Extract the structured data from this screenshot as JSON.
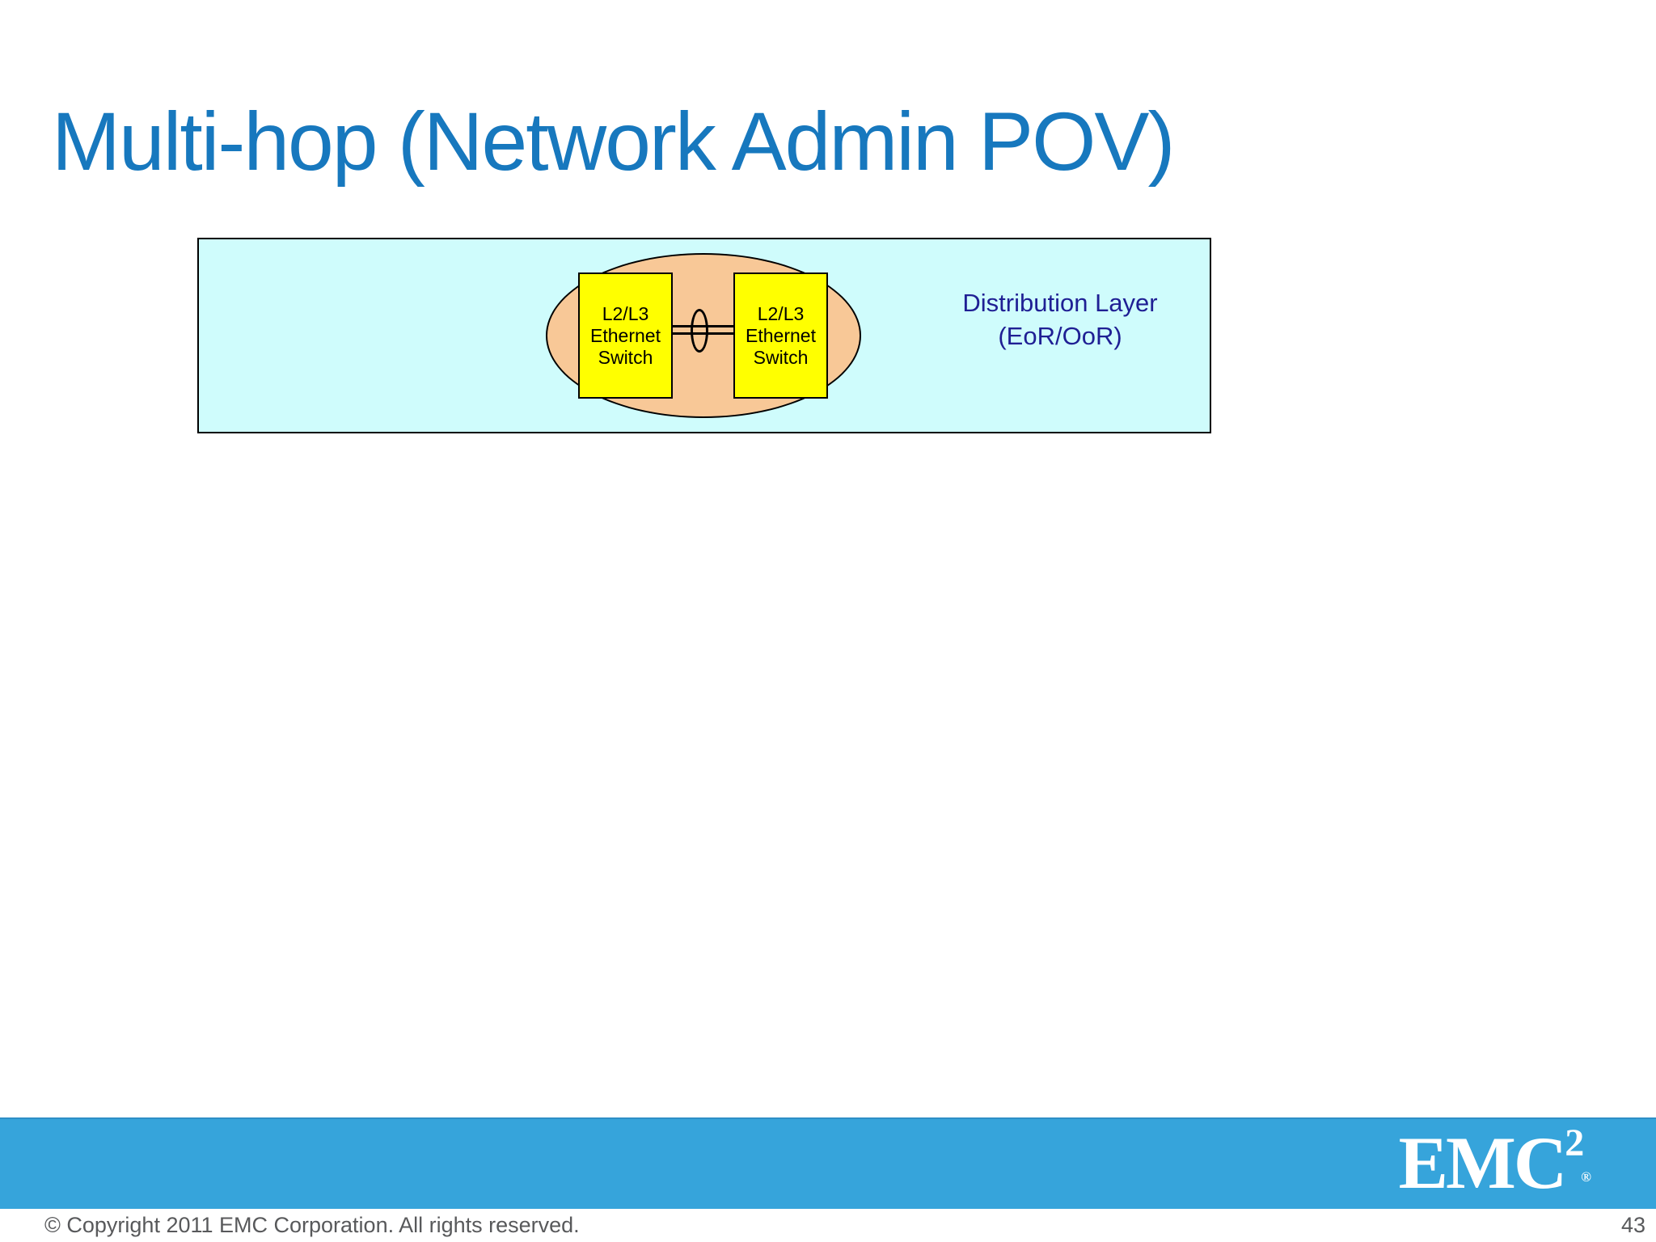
{
  "slide": {
    "title": "Multi-hop (Network Admin POV)",
    "footer": {
      "copyright": "© Copyright 2011 EMC Corporation. All rights reserved.",
      "page_number": "43"
    },
    "logo": {
      "text": "EMC",
      "exponent": "2",
      "registered": "®"
    }
  },
  "diagram": {
    "distribution_layer": {
      "label_line1": "Distribution Layer",
      "label_line2": "(EoR/OoR)"
    },
    "switches": [
      {
        "lines": [
          "L2/L3",
          "Ethernet",
          "Switch"
        ]
      },
      {
        "lines": [
          "L2/L3",
          "Ethernet",
          "Switch"
        ]
      }
    ]
  },
  "colors": {
    "title_blue": "#1778BE",
    "band_fill": "#CFFCFC",
    "ellipse_fill": "#F8C897",
    "switch_fill": "#FFFF00",
    "label_navy": "#1F1F94",
    "bar_blue": "#36A4DB",
    "footer_gray": "#58595B"
  }
}
